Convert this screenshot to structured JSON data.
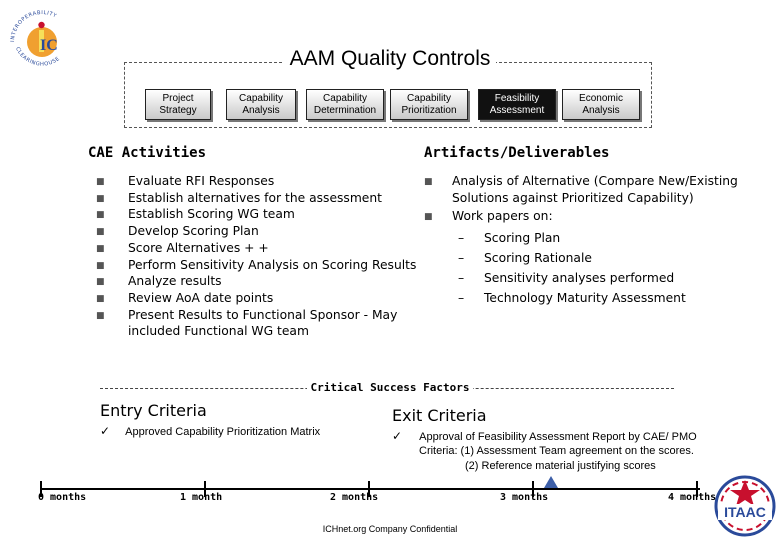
{
  "title": "AAM Quality Controls",
  "stages": [
    {
      "label_line1": "Project",
      "label_line2": "Strategy",
      "style": "light"
    },
    {
      "label_line1": "Capability",
      "label_line2": "Analysis",
      "style": "light"
    },
    {
      "label_line1": "Capability",
      "label_line2": "Determination",
      "style": "light"
    },
    {
      "label_line1": "Capability",
      "label_line2": "Prioritization",
      "style": "light"
    },
    {
      "label_line1": "Feasibility",
      "label_line2": "Assessment",
      "style": "dark"
    },
    {
      "label_line1": "Economic",
      "label_line2": "Analysis",
      "style": "light"
    }
  ],
  "activities": {
    "heading": "CAE Activities",
    "items": [
      "Evaluate RFI Responses",
      "Establish alternatives for the assessment",
      "Establish Scoring WG team",
      "Develop Scoring Plan",
      "Score Alternatives + +",
      "Perform Sensitivity Analysis on Scoring Results",
      "Analyze results",
      "Review AoA date points",
      "Present Results to Functional Sponsor - May included Functional WG team"
    ]
  },
  "artifacts": {
    "heading": "Artifacts/Deliverables",
    "items": [
      "Analysis of Alternative (Compare New/Existing Solutions against Prioritized Capability)",
      "Work papers on:"
    ],
    "subitems": [
      "Scoring Plan",
      "Scoring Rationale",
      "Sensitivity analyses performed",
      "Technology Maturity Assessment"
    ]
  },
  "critical_success_factors": "Critical Success Factors",
  "entry": {
    "heading": "Entry Criteria",
    "items": [
      "Approved Capability Prioritization Matrix"
    ]
  },
  "exit": {
    "heading": "Exit Criteria",
    "item_line1": "Approval of Feasibility Assessment Report by CAE/ PMO",
    "item_line2": "Criteria: (1) Assessment Team agreement on the scores.",
    "item_line3": "(2) Reference material justifying scores"
  },
  "timeline": {
    "labels": [
      "0 months",
      "1 month",
      "2 months",
      "3 months",
      "4 months"
    ],
    "current_month": 3
  },
  "footer": "ICHnet.org Company Confidential",
  "logos": {
    "top_left_text": "INTEROPERABILITY CLEARINGHOUSE",
    "top_left_letters": "IC",
    "bottom_right_text": "ITAAC"
  },
  "colors": {
    "highlight_stage": "#111111",
    "marker": "#3d5fa8",
    "logo_orange": "#f0a030",
    "logo_blue": "#2a4a9a",
    "logo_red": "#c8102e"
  }
}
